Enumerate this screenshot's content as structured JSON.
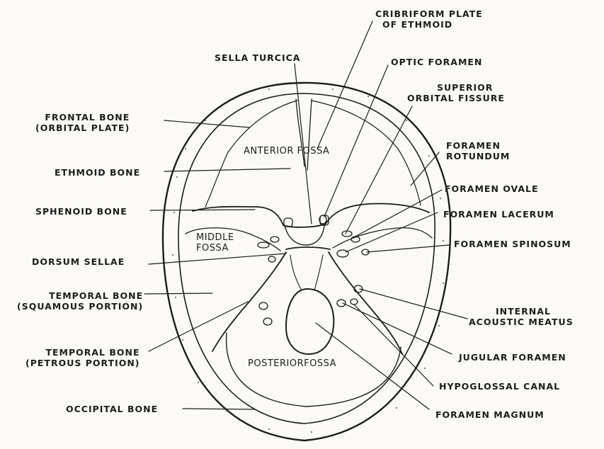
{
  "diagram": {
    "regions": {
      "anterior": "ANTERIOR FOSSA",
      "middle_1": "MIDDLE",
      "middle_2": "FOSSA",
      "posterior": "POSTERIORFOSSA"
    },
    "labels_left": {
      "frontal_bone_1": "FRONTAL BONE",
      "frontal_bone_2": "(ORBITAL PLATE)",
      "ethmoid_bone": "ETHMOID BONE",
      "sphenoid_bone": "SPHENOID BONE",
      "dorsum_sellae": "DORSUM SELLAE",
      "temporal_squamous_1": "TEMPORAL BONE",
      "temporal_squamous_2": "(SQUAMOUS PORTION)",
      "temporal_petrous_1": "TEMPORAL BONE",
      "temporal_petrous_2": "(PETROUS PORTION)",
      "occipital_bone": "OCCIPITAL BONE"
    },
    "labels_top": {
      "sella_turcica": "SELLA TURCICA",
      "cribriform_1": "CRIBRIFORM PLATE",
      "cribriform_2": "OF ETHMOID"
    },
    "labels_right": {
      "optic_foramen": "OPTIC FORAMEN",
      "superior_orbital_1": "SUPERIOR",
      "superior_orbital_2": "ORBITAL FISSURE",
      "rotundum_1": "FORAMEN",
      "rotundum_2": "ROTUNDUM",
      "ovale": "FORAMEN OVALE",
      "lacerum": "FORAMEN LACERUM",
      "spinosum": "FORAMEN SPINOSUM",
      "acoustic_1": "INTERNAL",
      "acoustic_2": "ACOUSTIC MEATUS",
      "jugular": "JUGULAR FORAMEN",
      "hypoglossal": "HYPOGLOSSAL CANAL",
      "magnum": "FORAMEN MAGNUM"
    }
  }
}
